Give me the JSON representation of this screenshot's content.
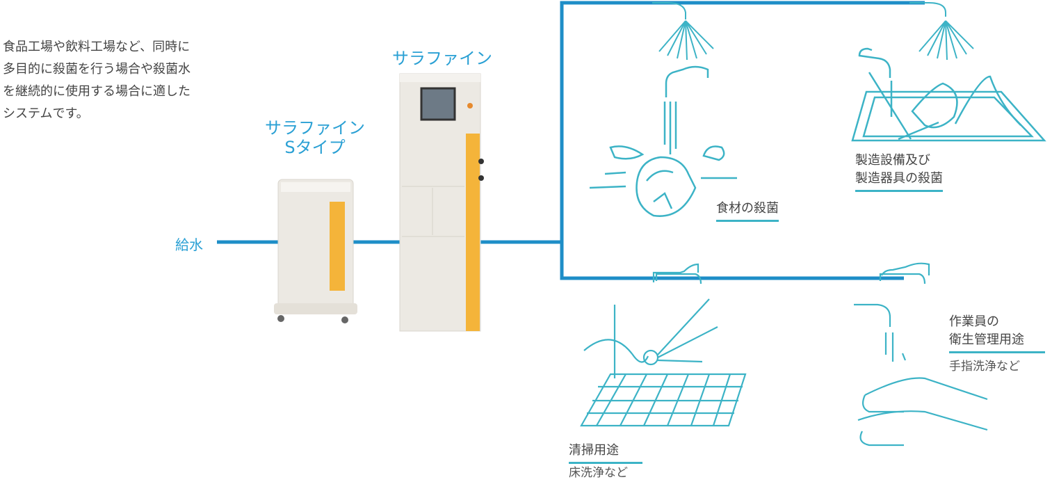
{
  "description": {
    "lines": [
      "食品工場や飲料工場など、同時に",
      "多目的に殺菌を行う場合や殺菌水",
      "を継続的に使用する場合に適した",
      "システムです。"
    ]
  },
  "products": {
    "main_name": "サラファイン",
    "s_type_line1": "サラファイン",
    "s_type_line2": "Sタイプ"
  },
  "water_supply_label": "給水",
  "uses": {
    "food_sterilization": "食材の殺菌",
    "equipment_line1": "製造設備及び",
    "equipment_line2": "製造器具の殺菌",
    "cleaning_title": "清掃用途",
    "cleaning_sub": "床洗浄など",
    "hygiene_line1": "作業員の",
    "hygiene_line2": "衛生管理用途",
    "hygiene_sub": "手指洗浄など"
  },
  "colors": {
    "pipe": "#1e8ec7",
    "illustration": "#3cb3c6",
    "label_blue": "#2aa0d4",
    "machine_yellow": "#f4b43a",
    "machine_body": "#ece9e3"
  }
}
